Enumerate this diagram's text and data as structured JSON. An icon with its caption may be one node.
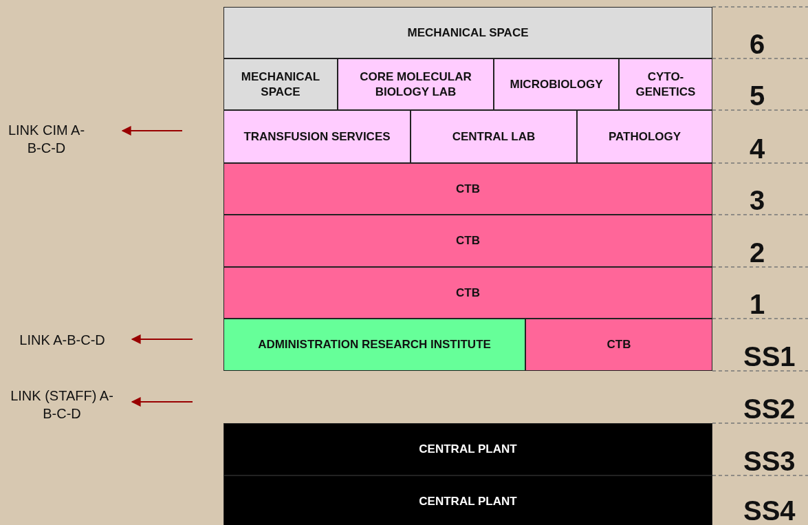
{
  "diagram": {
    "nodes": [
      {
        "text": [
          "MECHANICAL SPACE"
        ]
      },
      {
        "text": [
          "MECHANICAL SPACE"
        ]
      },
      {
        "text": [
          "CORE MOLECULAR BIOLOGY LAB"
        ]
      },
      {
        "text": [
          "MICROBIOLOGY"
        ]
      },
      {
        "text": [
          "CYTO- GENETICS"
        ]
      },
      {
        "text": [
          "TRANSFUSION SERVICES"
        ]
      },
      {
        "text": [
          "CENTRAL LAB"
        ]
      },
      {
        "text": [
          "PATHOLOGY"
        ]
      },
      {
        "text": [
          "CTB"
        ]
      },
      {
        "text": [
          "CTB"
        ]
      },
      {
        "text": [
          "CTB"
        ]
      },
      {
        "text": [
          "ADMINISTRATION RESEARCH INSTITUTE"
        ]
      },
      {
        "text": [
          "CTB"
        ]
      },
      {
        "text": [
          "CENTRAL PLANT"
        ]
      },
      {
        "text": [
          "CENTRAL PLANT"
        ]
      },
      {
        "text": [
          "LINK CIM A-B-C-D"
        ]
      },
      {
        "text": [
          "LINK A-B-C-D"
        ]
      },
      {
        "text": [
          "LINK (STAFF) A-B-C-D"
        ]
      }
    ],
    "edges": [
      {
        "from": null,
        "to": 15,
        "arrow": "to"
      },
      {
        "from": null,
        "to": 16,
        "arrow": "to"
      },
      {
        "from": null,
        "to": 17,
        "arrow": "to"
      }
    ],
    "labels": [
      "6",
      "5",
      "4",
      "3",
      "2",
      "1",
      "SS1",
      "SS2",
      "SS3",
      "SS4"
    ]
  }
}
